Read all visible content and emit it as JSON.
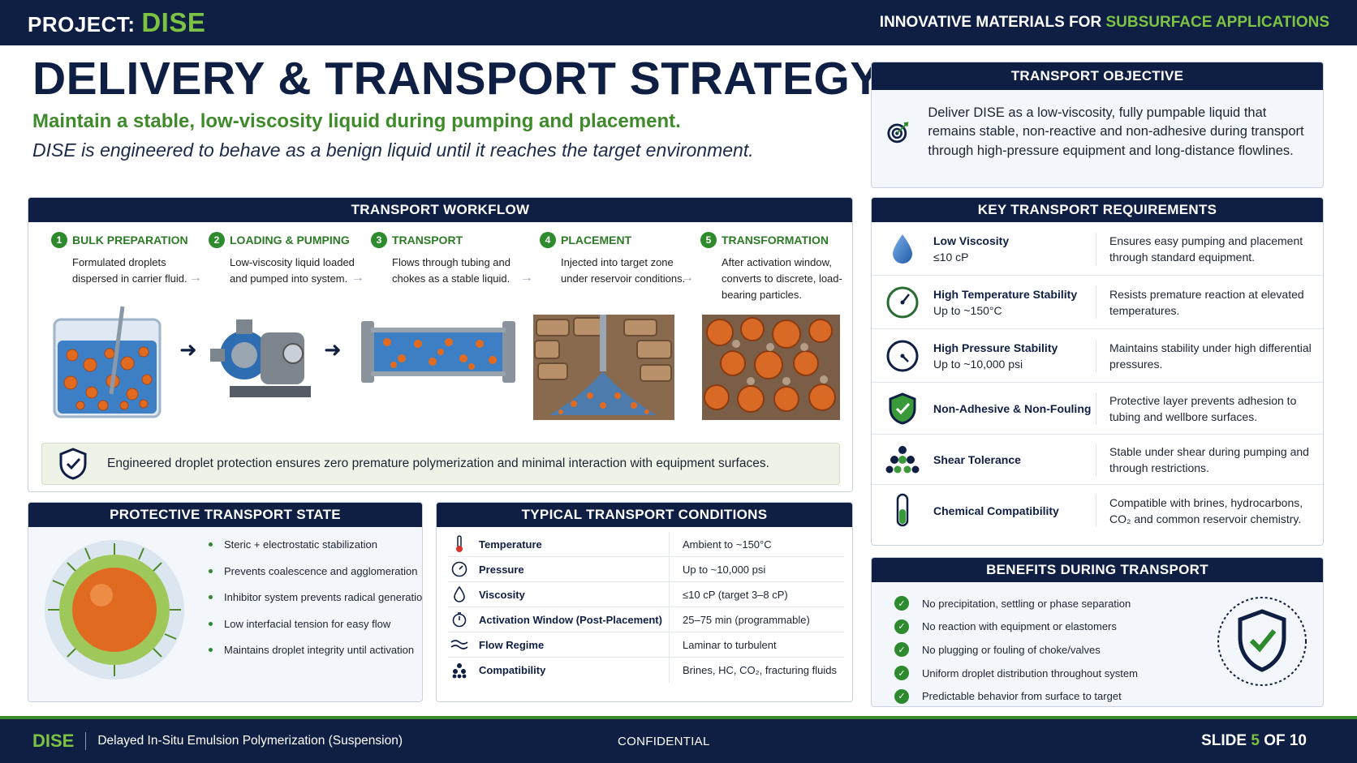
{
  "header": {
    "project_label": "PROJECT:",
    "project_name": "DISE",
    "tagline_main": "INNOVATIVE MATERIALS FOR",
    "tagline_accent": "SUBSURFACE APPLICATIONS"
  },
  "title": "DELIVERY & TRANSPORT STRATEGY",
  "subtitle": "Maintain a stable, low-viscosity liquid during pumping and placement.",
  "subtitle2": "DISE is engineered to behave as a benign liquid until it reaches the target environment.",
  "objective": {
    "heading": "TRANSPORT OBJECTIVE",
    "text": "Deliver DISE as a low-viscosity, fully pumpable liquid that remains stable, non-reactive and non-adhesive during transport through high-pressure equipment and long-distance flowlines."
  },
  "workflow": {
    "heading": "TRANSPORT WORKFLOW",
    "steps": [
      {
        "num": "1",
        "title": "BULK PREPARATION",
        "desc": "Formulated droplets dispersed in carrier fluid."
      },
      {
        "num": "2",
        "title": "LOADING & PUMPING",
        "desc": "Low-viscosity liquid loaded and pumped into system."
      },
      {
        "num": "3",
        "title": "TRANSPORT",
        "desc": "Flows through tubing and chokes as a stable liquid."
      },
      {
        "num": "4",
        "title": "PLACEMENT",
        "desc": "Injected into target zone under reservoir conditions."
      },
      {
        "num": "5",
        "title": "TRANSFORMATION",
        "desc": "After activation window, converts to discrete, load-bearing particles."
      }
    ],
    "note": "Engineered droplet protection ensures zero premature polymerization and minimal interaction with equipment surfaces."
  },
  "protective": {
    "heading": "PROTECTIVE TRANSPORT STATE",
    "items": [
      "Steric + electrostatic stabilization",
      "Prevents coalescence and agglomeration",
      "Inhibitor system prevents radical generation",
      "Low interfacial tension for easy flow",
      "Maintains droplet integrity until activation"
    ]
  },
  "conditions": {
    "heading": "TYPICAL TRANSPORT CONDITIONS",
    "rows": [
      {
        "icon": "thermometer-icon",
        "label": "Temperature",
        "value": "Ambient to ~150°C"
      },
      {
        "icon": "pressure-gauge-icon",
        "label": "Pressure",
        "value": "Up to ~10,000 psi"
      },
      {
        "icon": "droplet-icon",
        "label": "Viscosity",
        "value": "≤10 cP (target 3–8 cP)"
      },
      {
        "icon": "stopwatch-icon",
        "label": "Activation Window (Post-Placement)",
        "value": "25–75 min (programmable)"
      },
      {
        "icon": "flow-waves-icon",
        "label": "Flow Regime",
        "value": "Laminar to turbulent"
      },
      {
        "icon": "molecules-icon",
        "label": "Compatibility",
        "value": "Brines, HC, CO₂, fracturing fluids"
      }
    ]
  },
  "requirements": {
    "heading": "KEY TRANSPORT REQUIREMENTS",
    "rows": [
      {
        "icon": "droplet-icon",
        "name": "Low Viscosity",
        "spec": "≤10 cP",
        "desc": "Ensures easy pumping and placement through standard equipment."
      },
      {
        "icon": "temperature-gauge-icon",
        "name": "High Temperature Stability",
        "spec": "Up to ~150°C",
        "desc": "Resists premature reaction at elevated temperatures."
      },
      {
        "icon": "pressure-gauge-icon",
        "name": "High Pressure Stability",
        "spec": "Up to ~10,000 psi",
        "desc": "Maintains stability under high differential pressures."
      },
      {
        "icon": "shield-check-icon",
        "name": "Non-Adhesive & Non-Fouling",
        "spec": "",
        "desc": "Protective layer prevents adhesion to tubing and wellbore surfaces."
      },
      {
        "icon": "cluster-icon",
        "name": "Shear Tolerance",
        "spec": "",
        "desc": "Stable under shear during pumping and through restrictions."
      },
      {
        "icon": "test-tube-icon",
        "name": "Chemical Compatibility",
        "spec": "",
        "desc": "Compatible with brines, hydrocarbons, CO₂ and common reservoir chemistry."
      }
    ]
  },
  "benefits": {
    "heading": "BENEFITS DURING TRANSPORT",
    "items": [
      "No precipitation, settling or phase separation",
      "No reaction with equipment or elastomers",
      "No plugging or fouling of choke/valves",
      "Uniform droplet distribution throughout system",
      "Predictable behavior from surface to target"
    ]
  },
  "footer": {
    "brand": "DISE",
    "description": "Delayed In-Situ Emulsion Polymerization (Suspension)",
    "confidential": "CONFIDENTIAL",
    "slide_label": "SLIDE",
    "slide_num": "5",
    "slide_of": "OF 10"
  },
  "colors": {
    "navy": "#0f1f44",
    "green": "#7cc243",
    "dark_green": "#2d8a2d",
    "orange": "#e06b20",
    "blue": "#2f6db3"
  }
}
